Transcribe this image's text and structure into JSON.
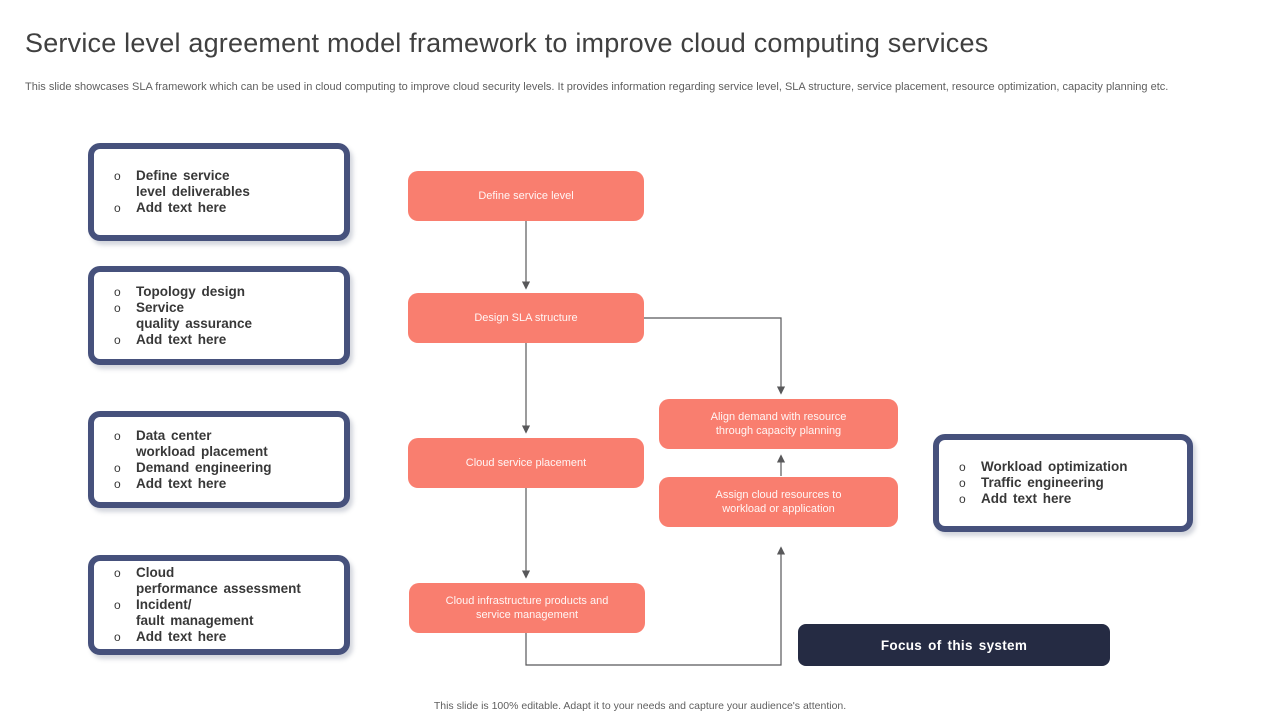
{
  "slide": {
    "title": "Service level agreement model framework to improve cloud computing services",
    "subtitle": "This slide showcases SLA framework which can be used in cloud computing to improve cloud security levels. It provides information regarding service level, SLA structure, service placement, resource optimization, capacity planning etc.",
    "footer": "This slide is 100% editable.  Adapt it to your needs and capture your audience's attention."
  },
  "ui": {
    "bullet": "o"
  },
  "colors": {
    "accent_salmon": "#f97e6f",
    "note_border_navy": "#46517c",
    "focus_dark_navy": "#252b43",
    "connector_gray": "#58585a"
  },
  "left_boxes": [
    {
      "items": [
        "Define service\nlevel deliverables",
        "Add text here"
      ]
    },
    {
      "items": [
        "Topology design",
        "Service\nquality assurance",
        "Add text here"
      ]
    },
    {
      "items": [
        "Data center\nworkload placement",
        "Demand engineering",
        "Add text here"
      ]
    },
    {
      "items": [
        "Cloud\nperformance assessment",
        "Incident/\nfault management",
        "Add text here"
      ]
    }
  ],
  "right_box": {
    "items": [
      "Workload optimization",
      "Traffic engineering",
      "Add text here"
    ]
  },
  "flow_nodes": {
    "define": "Define service level",
    "design": "Design SLA structure",
    "placement": "Cloud service placement",
    "infrastructure": "Cloud infrastructure products and\nservice management",
    "align": "Align demand with resource\nthrough capacity planning",
    "assign": "Assign cloud resources to\nworkload or application"
  },
  "focus": {
    "label": "Focus of this system"
  }
}
